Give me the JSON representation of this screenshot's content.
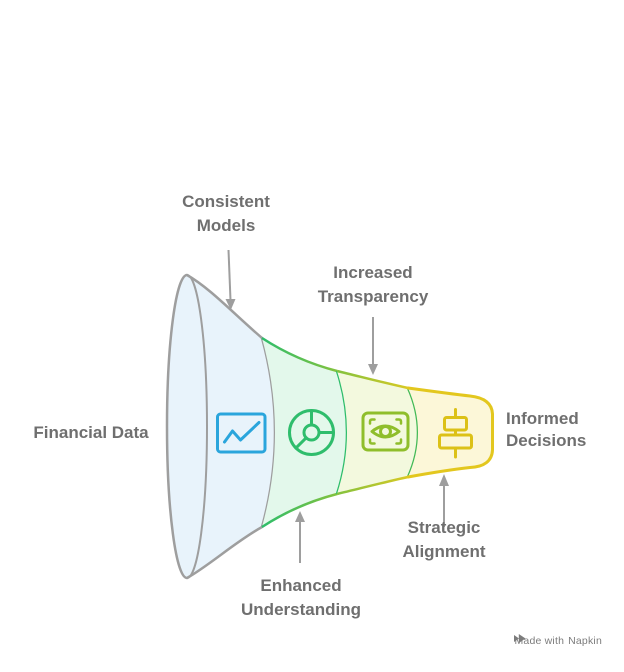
{
  "funnel": {
    "input_label": "Financial Data",
    "output_label": [
      "Informed",
      "Decisions"
    ],
    "stages": [
      {
        "label": [
          "Consistent",
          "Models"
        ],
        "label_position": "top",
        "icon": "line-chart-icon",
        "fill": "#E8F3FB",
        "edge": "#9E9E9E",
        "icon_color": "#2AA5DC"
      },
      {
        "label": [
          "Enhanced",
          "Understanding"
        ],
        "label_position": "bottom",
        "icon": "donut-chart-icon",
        "fill": "#E3F8EB",
        "edge": "#2EBD6B",
        "edge_end": "#83C23E",
        "icon_color": "#2FBD6C"
      },
      {
        "label": [
          "Increased",
          "Transparency"
        ],
        "label_position": "top",
        "icon": "eye-scan-icon",
        "fill": "#F3F9DE",
        "edge": "#83C23E",
        "edge_end": "#D8C924",
        "boundary": "#42B956",
        "icon_color": "#8FBE2B"
      },
      {
        "label": [
          "Strategic",
          "Alignment"
        ],
        "label_position": "bottom",
        "icon": "align-center-icon",
        "fill": "#FCF7D8",
        "edge": "#E3C71E",
        "icon_color": "#DCC117"
      }
    ]
  },
  "colors": {
    "label_text": "#6F6F6F",
    "arrow": "#9E9E9E",
    "background": "#FFFFFF"
  },
  "watermark": {
    "prefix": "Made with",
    "brand": "Napkin"
  }
}
